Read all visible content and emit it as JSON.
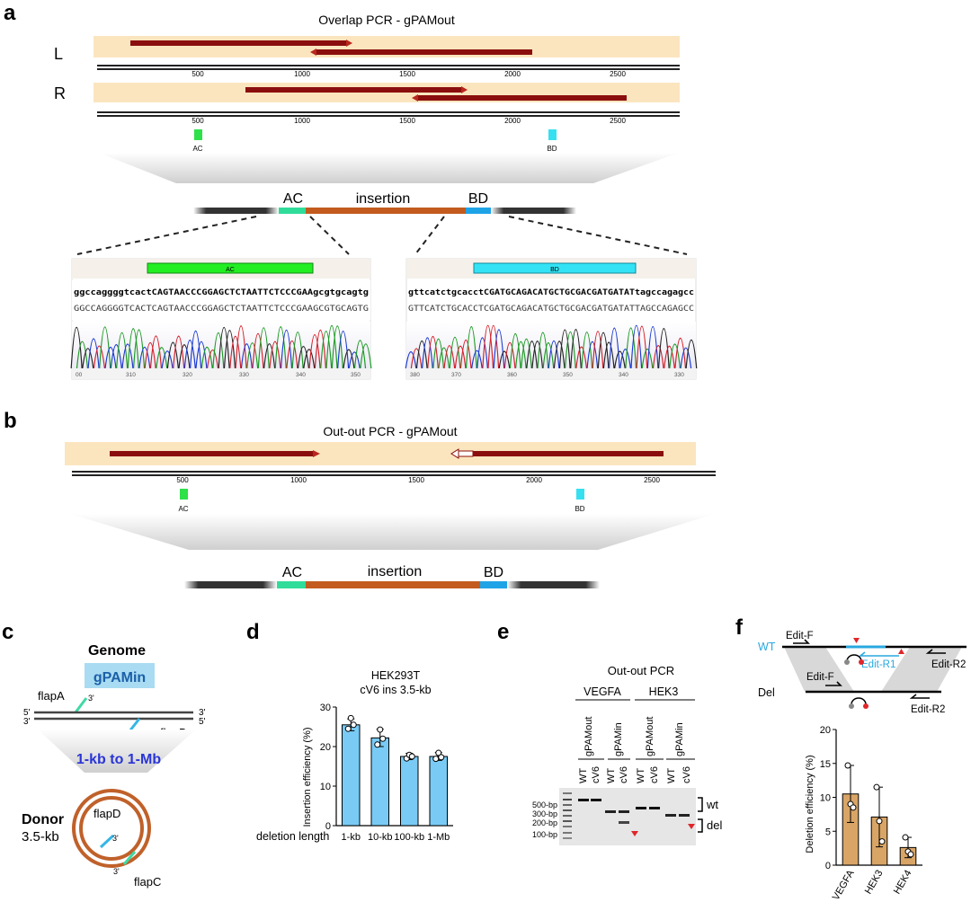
{
  "panel_letters": {
    "a": "a",
    "b": "b",
    "c": "c",
    "d": "d",
    "e": "e",
    "f": "f"
  },
  "panel_a": {
    "title": "Overlap PCR - gPAMout",
    "row_L": "L",
    "row_R": "R",
    "ruler_ticks": [
      "500",
      "1000",
      "1500",
      "2000",
      "2500"
    ],
    "marker_ac": "AC",
    "marker_bd": "BD",
    "schematic": {
      "ac": "AC",
      "insertion": "insertion",
      "bd": "BD"
    },
    "trace_left": {
      "bar": "AC",
      "seq_lower": "ggccaggggtcactCAGTAACCCGGAGCTCTAATTCTCCCGAAgcgtgcagtg",
      "seq_upper": "GGCCAGGGGTCACTCAGTAACCCGGAGCTCTAATTCTCCCGAAGCGTGCAGTG",
      "axis": [
        "00",
        "310",
        "320",
        "330",
        "340",
        "350"
      ]
    },
    "trace_right": {
      "bar": "BD",
      "seq_lower": "gttcatctgcacctCGATGCAGACATGCTGCGACGATGATATtagccagagcc",
      "seq_upper": "GTTCATCTGCACCTCGATGCAGACATGCTGCGACGATGATATTAGCCAGAGCC",
      "axis": [
        "380",
        "370",
        "360",
        "350",
        "340",
        "330"
      ]
    }
  },
  "panel_b": {
    "title": "Out-out PCR - gPAMout",
    "ruler_ticks": [
      "500",
      "1000",
      "1500",
      "2000",
      "2500"
    ],
    "marker_ac": "AC",
    "marker_bd": "BD",
    "schematic": {
      "ac": "AC",
      "insertion": "insertion",
      "bd": "BD"
    }
  },
  "panel_c": {
    "genome": "Genome",
    "gpamin": "gPAMin",
    "flapA": "flapA",
    "flapB": "flapB",
    "flapC": "flapC",
    "flapD": "flapD",
    "five_prime": "5'",
    "three_prime": "3'",
    "range": "1-kb to 1-Mb",
    "donor": "Donor",
    "donor_size": "3.5-kb"
  },
  "panel_e": {
    "title": "Out-out PCR",
    "groups": [
      "VEGFA",
      "HEK3"
    ],
    "guides": [
      "gPAMout",
      "gPAMin",
      "gPAMout",
      "gPAMin"
    ],
    "lanes": [
      "WT",
      "cV6",
      "WT",
      "cV6",
      "WT",
      "cV6",
      "WT",
      "cV6"
    ],
    "ladder": [
      "500-bp",
      "300-bp",
      "200-bp",
      "100-bp"
    ],
    "wt_label": "wt",
    "del_label": "del"
  },
  "panel_f": {
    "wt": "WT",
    "del": "Del",
    "edit_f": "Edit-F",
    "edit_r1": "Edit-R1",
    "edit_r2": "Edit-R2",
    "colors": {
      "accent": "#29a8df",
      "bar": "#d9a566",
      "arrow": "#e0262a"
    }
  },
  "chart_data": [
    {
      "type": "bar",
      "title": "HEK293T",
      "subtitle": "cV6  ins 3.5-kb",
      "categories": [
        "1-kb",
        "10-kb",
        "100-kb",
        "1-Mb"
      ],
      "values": [
        25.5,
        22.2,
        17.5,
        17.5
      ],
      "errors": [
        1.5,
        2.2,
        0.8,
        1.0
      ],
      "points": [
        [
          24.5,
          27.2,
          25.5
        ],
        [
          20.5,
          24.3,
          22.0
        ],
        [
          17.0,
          17.9,
          17.5
        ],
        [
          16.9,
          18.4,
          17.3
        ]
      ],
      "xlabel": "deletion length",
      "ylabel": "Insertion efficiency (%)",
      "ylim": [
        0,
        30
      ],
      "yticks": [
        "0",
        "10",
        "20",
        "30"
      ],
      "color": "#79cbf5"
    },
    {
      "type": "bar",
      "categories": [
        "VEGFA",
        "HEK3",
        "HEK4"
      ],
      "values": [
        10.5,
        7.1,
        2.6
      ],
      "errors": [
        4.2,
        4.4,
        1.5
      ],
      "points": [
        [
          14.7,
          9.0,
          8.5
        ],
        [
          11.5,
          6.5,
          3.5
        ],
        [
          4.1,
          2.0,
          1.6
        ]
      ],
      "ylabel": "Deletion efficiency (%)",
      "ylim": [
        0,
        20
      ],
      "yticks": [
        "0",
        "5",
        "10",
        "15",
        "20"
      ],
      "color": "#d9a566"
    }
  ]
}
